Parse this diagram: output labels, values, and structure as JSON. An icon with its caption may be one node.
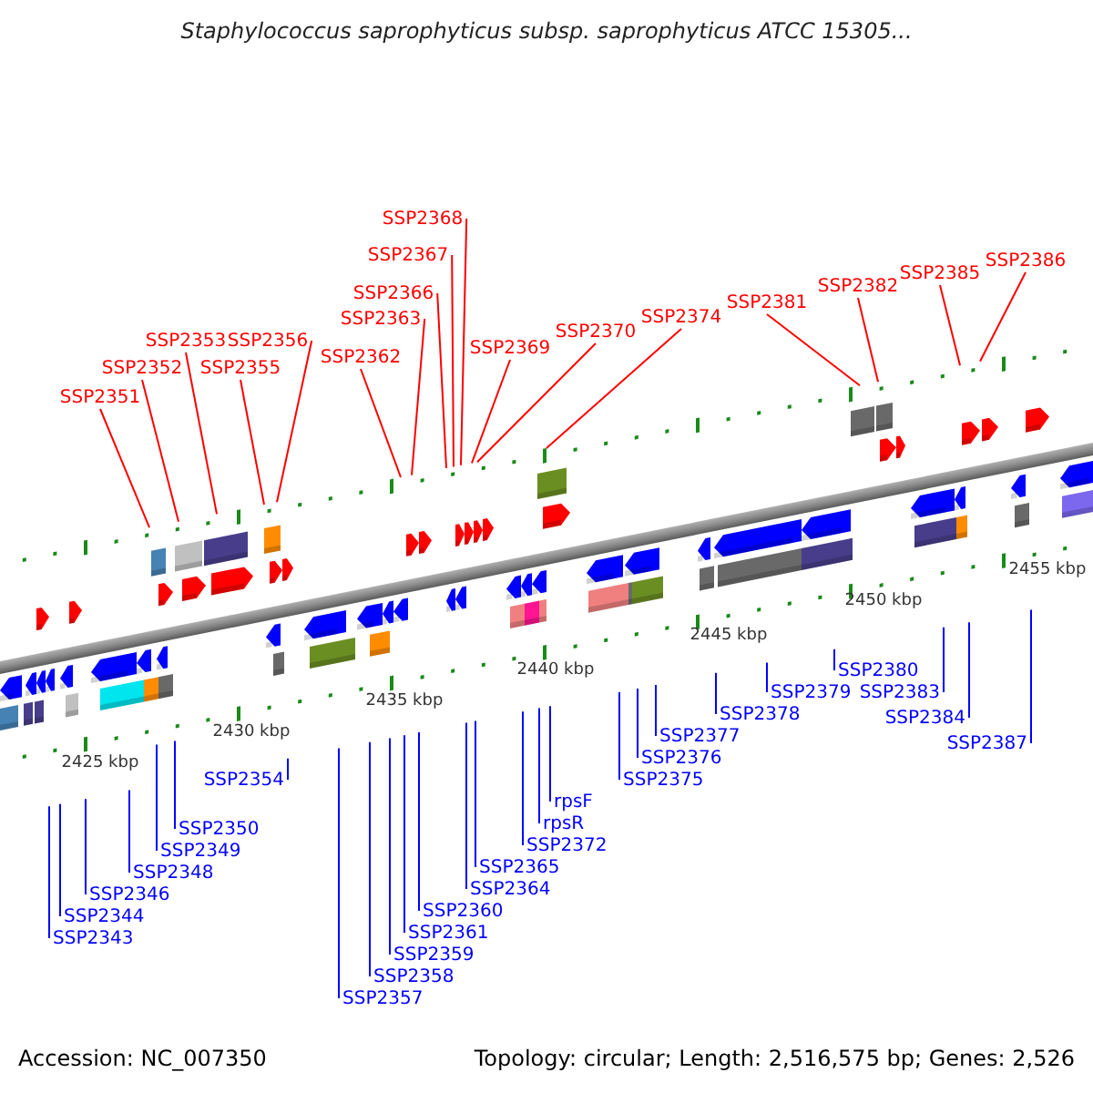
{
  "diagram": {
    "title": "Staphylococcus saprophyticus subsp. saprophyticus ATCC 15305...",
    "nodes": [
      {
        "text": [
          "SSP2351"
        ]
      },
      {
        "text": [
          "SSP2352"
        ]
      },
      {
        "text": [
          "SSP2353"
        ]
      },
      {
        "text": [
          "SSP2355"
        ]
      },
      {
        "text": [
          "SSP2356"
        ]
      },
      {
        "text": [
          "SSP2362"
        ]
      },
      {
        "text": [
          "SSP2363"
        ]
      },
      {
        "text": [
          "SSP2366"
        ]
      },
      {
        "text": [
          "SSP2367"
        ]
      },
      {
        "text": [
          "SSP2368"
        ]
      },
      {
        "text": [
          "SSP2369"
        ]
      },
      {
        "text": [
          "SSP2370"
        ]
      },
      {
        "text": [
          "SSP2374"
        ]
      },
      {
        "text": [
          "SSP2381"
        ]
      },
      {
        "text": [
          "SSP2382"
        ]
      },
      {
        "text": [
          "SSP2385"
        ]
      },
      {
        "text": [
          "SSP2386"
        ]
      },
      {
        "text": [
          "SSP2343"
        ]
      },
      {
        "text": [
          "SSP2344"
        ]
      },
      {
        "text": [
          "SSP2346"
        ]
      },
      {
        "text": [
          "SSP2348"
        ]
      },
      {
        "text": [
          "SSP2349"
        ]
      },
      {
        "text": [
          "SSP2350"
        ]
      },
      {
        "text": [
          "SSP2354"
        ]
      },
      {
        "text": [
          "SSP2357"
        ]
      },
      {
        "text": [
          "SSP2358"
        ]
      },
      {
        "text": [
          "SSP2359"
        ]
      },
      {
        "text": [
          "SSP2361"
        ]
      },
      {
        "text": [
          "SSP2360"
        ]
      },
      {
        "text": [
          "SSP2364"
        ]
      },
      {
        "text": [
          "SSP2365"
        ]
      },
      {
        "text": [
          "rpsF"
        ]
      },
      {
        "text": [
          "rpsR"
        ]
      },
      {
        "text": [
          "SSP2372"
        ]
      },
      {
        "text": [
          "SSP2375"
        ]
      },
      {
        "text": [
          "SSP2376"
        ]
      },
      {
        "text": [
          "SSP2377"
        ]
      },
      {
        "text": [
          "SSP2378"
        ]
      },
      {
        "text": [
          "SSP2379"
        ]
      },
      {
        "text": [
          "SSP2380"
        ]
      },
      {
        "text": [
          "SSP2383"
        ]
      },
      {
        "text": [
          "SSP2384"
        ]
      },
      {
        "text": [
          "SSP2387"
        ]
      }
    ],
    "edges": [
      {
        "from": 0,
        "to": null,
        "arrow": "none",
        "color": "#ff0000"
      },
      {
        "from": 1,
        "to": null,
        "arrow": "none",
        "color": "#ff0000"
      },
      {
        "from": 2,
        "to": null,
        "arrow": "none",
        "color": "#ff0000"
      },
      {
        "from": 3,
        "to": null,
        "arrow": "none",
        "color": "#ff0000"
      },
      {
        "from": 4,
        "to": null,
        "arrow": "none",
        "color": "#ff0000"
      },
      {
        "from": 5,
        "to": null,
        "arrow": "none",
        "color": "#ff0000"
      },
      {
        "from": 6,
        "to": null,
        "arrow": "none",
        "color": "#ff0000"
      },
      {
        "from": 7,
        "to": null,
        "arrow": "none",
        "color": "#ff0000"
      },
      {
        "from": 8,
        "to": null,
        "arrow": "none",
        "color": "#ff0000"
      },
      {
        "from": 9,
        "to": null,
        "arrow": "none",
        "color": "#ff0000"
      },
      {
        "from": 10,
        "to": null,
        "arrow": "none",
        "color": "#ff0000"
      },
      {
        "from": 11,
        "to": null,
        "arrow": "none",
        "color": "#ff0000"
      },
      {
        "from": 12,
        "to": null,
        "arrow": "none",
        "color": "#ff0000"
      },
      {
        "from": 13,
        "to": null,
        "arrow": "none",
        "color": "#ff0000"
      },
      {
        "from": 14,
        "to": null,
        "arrow": "none",
        "color": "#ff0000"
      },
      {
        "from": 15,
        "to": null,
        "arrow": "none",
        "color": "#ff0000"
      },
      {
        "from": 16,
        "to": null,
        "arrow": "none",
        "color": "#ff0000"
      },
      {
        "from": 17,
        "to": null,
        "arrow": "none"
      },
      {
        "from": 18,
        "to": null,
        "arrow": "none"
      },
      {
        "from": 19,
        "to": null,
        "arrow": "none"
      },
      {
        "from": 20,
        "to": null,
        "arrow": "none"
      },
      {
        "from": 21,
        "to": null,
        "arrow": "none"
      },
      {
        "from": 22,
        "to": null,
        "arrow": "none"
      },
      {
        "from": 23,
        "to": null,
        "arrow": "none"
      },
      {
        "from": 24,
        "to": null,
        "arrow": "none"
      },
      {
        "from": 25,
        "to": null,
        "arrow": "none"
      },
      {
        "from": 26,
        "to": null,
        "arrow": "none"
      },
      {
        "from": 27,
        "to": null,
        "arrow": "none"
      },
      {
        "from": 28,
        "to": null,
        "arrow": "none"
      },
      {
        "from": 29,
        "to": null,
        "arrow": "none"
      },
      {
        "from": 30,
        "to": null,
        "arrow": "none"
      },
      {
        "from": 31,
        "to": null,
        "arrow": "none"
      },
      {
        "from": 32,
        "to": null,
        "arrow": "none"
      },
      {
        "from": 33,
        "to": null,
        "arrow": "none"
      },
      {
        "from": 34,
        "to": null,
        "arrow": "none"
      },
      {
        "from": 35,
        "to": null,
        "arrow": "none"
      },
      {
        "from": 36,
        "to": null,
        "arrow": "none"
      },
      {
        "from": 37,
        "to": null,
        "arrow": "none"
      },
      {
        "from": 38,
        "to": null,
        "arrow": "none"
      },
      {
        "from": 39,
        "to": null,
        "arrow": "none"
      },
      {
        "from": 40,
        "to": null,
        "arrow": "none"
      },
      {
        "from": 41,
        "to": null,
        "arrow": "none"
      },
      {
        "from": 42,
        "to": null,
        "arrow": "none"
      }
    ],
    "labels": [
      "2425 kbp",
      "2430 kbp",
      "2435 kbp",
      "2440 kbp",
      "2445 kbp",
      "2450 kbp",
      "2455 kbp",
      "Accession: NC_007350",
      "Topology: circular; Length: 2,516,575 bp; Genes: 2,526"
    ]
  }
}
